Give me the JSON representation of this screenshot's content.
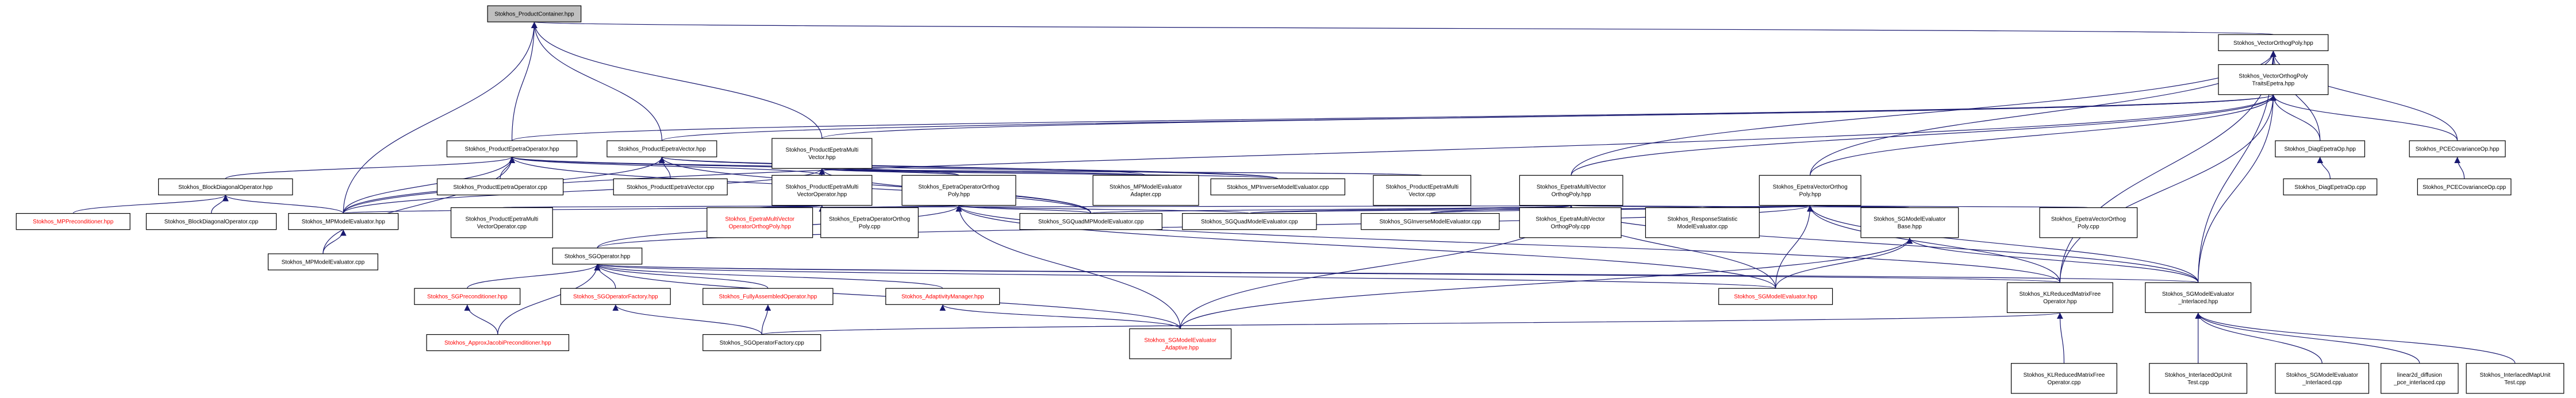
{
  "diagram": {
    "colors": {
      "edge": "#191970",
      "root_fill": "#bfbfbf",
      "node_fill": "#ffffff",
      "node_border": "#000000",
      "text_default": "#000000",
      "text_red": "#ff0000"
    },
    "nodes": [
      {
        "id": "root",
        "lines": [
          "Stokhos_ProductContainer.hpp"
        ],
        "root": true
      },
      {
        "id": "vop",
        "lines": [
          "Stokhos_VectorOrthogPoly.hpp"
        ]
      },
      {
        "id": "vopte",
        "lines": [
          "Stokhos_VectorOrthogPoly",
          "TraitsEpetra.hpp"
        ]
      },
      {
        "id": "peop",
        "lines": [
          "Stokhos_ProductEpetraOperator.hpp"
        ]
      },
      {
        "id": "pev",
        "lines": [
          "Stokhos_ProductEpetraVector.hpp"
        ]
      },
      {
        "id": "pemv",
        "lines": [
          "Stokhos_ProductEpetraMulti",
          "Vector.hpp"
        ]
      },
      {
        "id": "diagop",
        "lines": [
          "Stokhos_DiagEpetraOp.hpp"
        ]
      },
      {
        "id": "pcecov",
        "lines": [
          "Stokhos_PCECovarianceOp.hpp"
        ]
      },
      {
        "id": "bdo",
        "lines": [
          "Stokhos_BlockDiagonalOperator.hpp"
        ]
      },
      {
        "id": "peopcpp",
        "lines": [
          "Stokhos_ProductEpetraOperator.cpp"
        ]
      },
      {
        "id": "pevcpp",
        "lines": [
          "Stokhos_ProductEpetraVector.cpp"
        ]
      },
      {
        "id": "pemvo",
        "lines": [
          "Stokhos_ProductEpetraMulti",
          "VectorOperator.hpp"
        ]
      },
      {
        "id": "eoop",
        "lines": [
          "Stokhos_EpetraOperatorOrthog",
          "Poly.hpp"
        ]
      },
      {
        "id": "mpma",
        "lines": [
          "Stokhos_MPModelEvaluator",
          "Adapter.cpp"
        ]
      },
      {
        "id": "mpinv",
        "lines": [
          "Stokhos_MPInverseModelEvaluator.cpp"
        ]
      },
      {
        "id": "pemvcpp",
        "lines": [
          "Stokhos_ProductEpetraMulti",
          "Vector.cpp"
        ]
      },
      {
        "id": "emvop",
        "lines": [
          "Stokhos_EpetraMultiVector",
          "OrthogPoly.hpp"
        ]
      },
      {
        "id": "evop",
        "lines": [
          "Stokhos_EpetraVectorOrthog",
          "Poly.hpp"
        ]
      },
      {
        "id": "diagopcpp",
        "lines": [
          "Stokhos_DiagEpetraOp.cpp"
        ]
      },
      {
        "id": "pcecovcpp",
        "lines": [
          "Stokhos_PCECovarianceOp.cpp"
        ]
      },
      {
        "id": "mpprec",
        "lines": [
          "Stokhos_MPPreconditioner.hpp"
        ],
        "red": true
      },
      {
        "id": "bdocpp",
        "lines": [
          "Stokhos_BlockDiagonalOperator.cpp"
        ]
      },
      {
        "id": "mpme",
        "lines": [
          "Stokhos_MPModelEvaluator.hpp"
        ]
      },
      {
        "id": "pemvocpp",
        "lines": [
          "Stokhos_ProductEpetraMulti",
          "VectorOperator.cpp"
        ]
      },
      {
        "id": "emvoop",
        "lines": [
          "Stokhos_EpetraMultiVector",
          "OperatorOrthogPoly.hpp"
        ],
        "red": true
      },
      {
        "id": "eoopcpp",
        "lines": [
          "Stokhos_EpetraOperatorOrthog",
          "Poly.cpp"
        ]
      },
      {
        "id": "sgqmp",
        "lines": [
          "Stokhos_SGQuadMPModelEvaluator.cpp"
        ]
      },
      {
        "id": "sgq",
        "lines": [
          "Stokhos_SGQuadModelEvaluator.cpp"
        ]
      },
      {
        "id": "sginv",
        "lines": [
          "Stokhos_SGInverseModelEvaluator.cpp"
        ]
      },
      {
        "id": "emvopcpp",
        "lines": [
          "Stokhos_EpetraMultiVector",
          "OrthogPoly.cpp"
        ]
      },
      {
        "id": "rsme",
        "lines": [
          "Stokhos_ResponseStatistic",
          "ModelEvaluator.cpp"
        ]
      },
      {
        "id": "sgmeb",
        "lines": [
          "Stokhos_SGModelEvaluator",
          "Base.hpp"
        ]
      },
      {
        "id": "evopcpp",
        "lines": [
          "Stokhos_EpetraVectorOrthog",
          "Poly.cpp"
        ]
      },
      {
        "id": "mpmecpp",
        "lines": [
          "Stokhos_MPModelEvaluator.cpp"
        ]
      },
      {
        "id": "sgop",
        "lines": [
          "Stokhos_SGOperator.hpp"
        ]
      },
      {
        "id": "sgprec",
        "lines": [
          "Stokhos_SGPreconditioner.hpp"
        ],
        "red": true
      },
      {
        "id": "sgopf",
        "lines": [
          "Stokhos_SGOperatorFactory.hpp"
        ],
        "red": true
      },
      {
        "id": "fao",
        "lines": [
          "Stokhos_FullyAssembledOperator.hpp"
        ],
        "red": true
      },
      {
        "id": "am",
        "lines": [
          "Stokhos_AdaptivityManager.hpp"
        ],
        "red": true
      },
      {
        "id": "sgme",
        "lines": [
          "Stokhos_SGModelEvaluator.hpp"
        ],
        "red": true
      },
      {
        "id": "klr",
        "lines": [
          "Stokhos_KLReducedMatrixFree",
          "Operator.hpp"
        ]
      },
      {
        "id": "sgmei",
        "lines": [
          "Stokhos_SGModelEvaluator",
          "_Interlaced.hpp"
        ]
      },
      {
        "id": "ajp",
        "lines": [
          "Stokhos_ApproxJacobiPreconditioner.hpp"
        ],
        "red": true
      },
      {
        "id": "sgopfcpp",
        "lines": [
          "Stokhos_SGOperatorFactory.cpp"
        ]
      },
      {
        "id": "sgmea",
        "lines": [
          "Stokhos_SGModelEvaluator",
          "_Adaptive.hpp"
        ],
        "red": true
      },
      {
        "id": "klrcpp",
        "lines": [
          "Stokhos_KLReducedMatrixFree",
          "Operator.cpp"
        ]
      },
      {
        "id": "iop",
        "lines": [
          "Stokhos_InterlacedOpUnit",
          "Test.cpp"
        ]
      },
      {
        "id": "sgmeicpp",
        "lines": [
          "Stokhos_SGModelEvaluator",
          "_Interlaced.cpp"
        ]
      },
      {
        "id": "lin2d",
        "lines": [
          "linear2d_diffusion",
          "_pce_interlaced.cpp"
        ]
      },
      {
        "id": "imap",
        "lines": [
          "Stokhos_InterlacedMapUnit",
          "Test.cpp"
        ]
      }
    ],
    "edges": [
      [
        "root",
        "vop"
      ],
      [
        "root",
        "peop"
      ],
      [
        "root",
        "pev"
      ],
      [
        "root",
        "pemv"
      ],
      [
        "root",
        "mpme"
      ],
      [
        "vop",
        "vopte"
      ],
      [
        "vop",
        "diagop"
      ],
      [
        "vop",
        "pcecov"
      ],
      [
        "vop",
        "emvop"
      ],
      [
        "vop",
        "evop"
      ],
      [
        "vop",
        "klr"
      ],
      [
        "vop",
        "sgmei"
      ],
      [
        "vopte",
        "pemv"
      ],
      [
        "vopte",
        "pev"
      ],
      [
        "vopte",
        "peop"
      ],
      [
        "vopte",
        "diagop"
      ],
      [
        "vopte",
        "pcecov"
      ],
      [
        "vopte",
        "mpme"
      ],
      [
        "vopte",
        "emvop"
      ],
      [
        "vopte",
        "evop"
      ],
      [
        "vopte",
        "klr"
      ],
      [
        "vopte",
        "sgmei"
      ],
      [
        "peop",
        "bdo"
      ],
      [
        "peop",
        "peopcpp"
      ],
      [
        "peop",
        "pemvo"
      ],
      [
        "peop",
        "eoop"
      ],
      [
        "peop",
        "mpme"
      ],
      [
        "peop",
        "sgqmp"
      ],
      [
        "peop",
        "mpmecpp"
      ],
      [
        "peop",
        "mpinv"
      ],
      [
        "pev",
        "pevcpp"
      ],
      [
        "pev",
        "mpma"
      ],
      [
        "pev",
        "mpinv"
      ],
      [
        "pev",
        "mpme"
      ],
      [
        "pev",
        "sgqmp"
      ],
      [
        "pemv",
        "pemvcpp"
      ],
      [
        "pemv",
        "mpma"
      ],
      [
        "pemv",
        "mpinv"
      ],
      [
        "pemv",
        "pemvo"
      ],
      [
        "pemv",
        "eoop"
      ],
      [
        "pemv",
        "sgqmp"
      ],
      [
        "pemv",
        "mpme"
      ],
      [
        "diagop",
        "diagopcpp"
      ],
      [
        "pcecov",
        "pcecovcpp"
      ],
      [
        "bdo",
        "mpprec"
      ],
      [
        "bdo",
        "bdocpp"
      ],
      [
        "bdo",
        "mpme"
      ],
      [
        "pemvo",
        "pemvocpp"
      ],
      [
        "pemvo",
        "emvoop"
      ],
      [
        "pemvo",
        "mpme"
      ],
      [
        "eoop",
        "eoopcpp"
      ],
      [
        "eoop",
        "sgqmp"
      ],
      [
        "eoop",
        "sgq"
      ],
      [
        "eoop",
        "sgop"
      ],
      [
        "eoop",
        "sgme"
      ],
      [
        "eoop",
        "sgmea"
      ],
      [
        "eoop",
        "klr"
      ],
      [
        "emvop",
        "sgqmp"
      ],
      [
        "emvop",
        "sgq"
      ],
      [
        "emvop",
        "sginv"
      ],
      [
        "emvop",
        "emvopcpp"
      ],
      [
        "emvop",
        "rsme"
      ],
      [
        "emvop",
        "sgmeb"
      ],
      [
        "emvop",
        "sgme"
      ],
      [
        "emvop",
        "sgmea"
      ],
      [
        "emvop",
        "sgmei"
      ],
      [
        "emvop",
        "emvoop"
      ],
      [
        "evop",
        "evopcpp"
      ],
      [
        "evop",
        "sgmeb"
      ],
      [
        "evop",
        "sgme"
      ],
      [
        "evop",
        "sgq"
      ],
      [
        "evop",
        "sginv"
      ],
      [
        "evop",
        "rsme"
      ],
      [
        "evop",
        "klr"
      ],
      [
        "evop",
        "sgmei"
      ],
      [
        "evop",
        "sgop"
      ],
      [
        "sgmeb",
        "sgme"
      ],
      [
        "sgmeb",
        "sgmea"
      ],
      [
        "sgmeb",
        "sgmei"
      ],
      [
        "mpme",
        "mpmecpp"
      ],
      [
        "sgop",
        "sgprec"
      ],
      [
        "sgop",
        "sgopf"
      ],
      [
        "sgop",
        "fao"
      ],
      [
        "sgop",
        "am"
      ],
      [
        "sgop",
        "sgme"
      ],
      [
        "sgop",
        "klr"
      ],
      [
        "sgop",
        "ajp"
      ],
      [
        "sgop",
        "sgmea"
      ],
      [
        "sgop",
        "sgmei"
      ],
      [
        "sgprec",
        "ajp"
      ],
      [
        "sgopf",
        "sgopfcpp"
      ],
      [
        "fao",
        "sgopfcpp"
      ],
      [
        "am",
        "sgmea"
      ],
      [
        "klr",
        "klrcpp"
      ],
      [
        "klr",
        "sgopfcpp"
      ],
      [
        "sgmei",
        "iop"
      ],
      [
        "sgmei",
        "sgmeicpp"
      ],
      [
        "sgmei",
        "lin2d"
      ],
      [
        "sgmei",
        "imap"
      ]
    ]
  }
}
